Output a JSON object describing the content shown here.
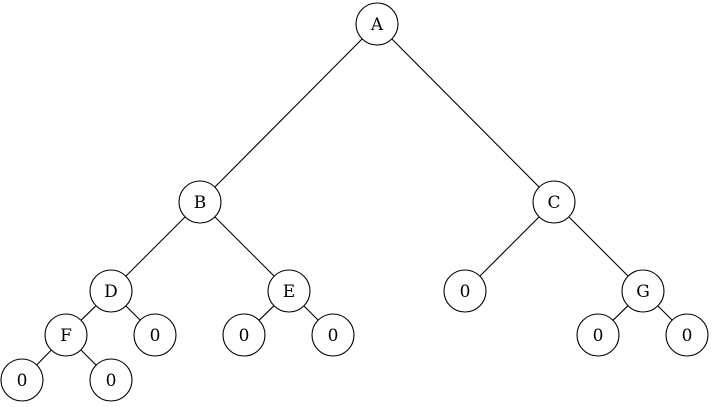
{
  "tree": {
    "nodes": [
      {
        "id": "A",
        "label": "A"
      },
      {
        "id": "B",
        "label": "B"
      },
      {
        "id": "C",
        "label": "C"
      },
      {
        "id": "D",
        "label": "D"
      },
      {
        "id": "E",
        "label": "E"
      },
      {
        "id": "N1",
        "label": "0"
      },
      {
        "id": "G",
        "label": "G"
      },
      {
        "id": "F",
        "label": "F"
      },
      {
        "id": "N2",
        "label": "0"
      },
      {
        "id": "N3",
        "label": "0"
      },
      {
        "id": "N4",
        "label": "0"
      },
      {
        "id": "N5",
        "label": "0"
      },
      {
        "id": "N6",
        "label": "0"
      },
      {
        "id": "N7",
        "label": "0"
      },
      {
        "id": "N8",
        "label": "0"
      }
    ],
    "edges": [
      [
        "A",
        "B"
      ],
      [
        "A",
        "C"
      ],
      [
        "B",
        "D"
      ],
      [
        "B",
        "E"
      ],
      [
        "C",
        "N1"
      ],
      [
        "C",
        "G"
      ],
      [
        "D",
        "F"
      ],
      [
        "D",
        "N2"
      ],
      [
        "E",
        "N3"
      ],
      [
        "E",
        "N4"
      ],
      [
        "G",
        "N5"
      ],
      [
        "G",
        "N6"
      ],
      [
        "F",
        "N7"
      ],
      [
        "F",
        "N8"
      ]
    ]
  }
}
